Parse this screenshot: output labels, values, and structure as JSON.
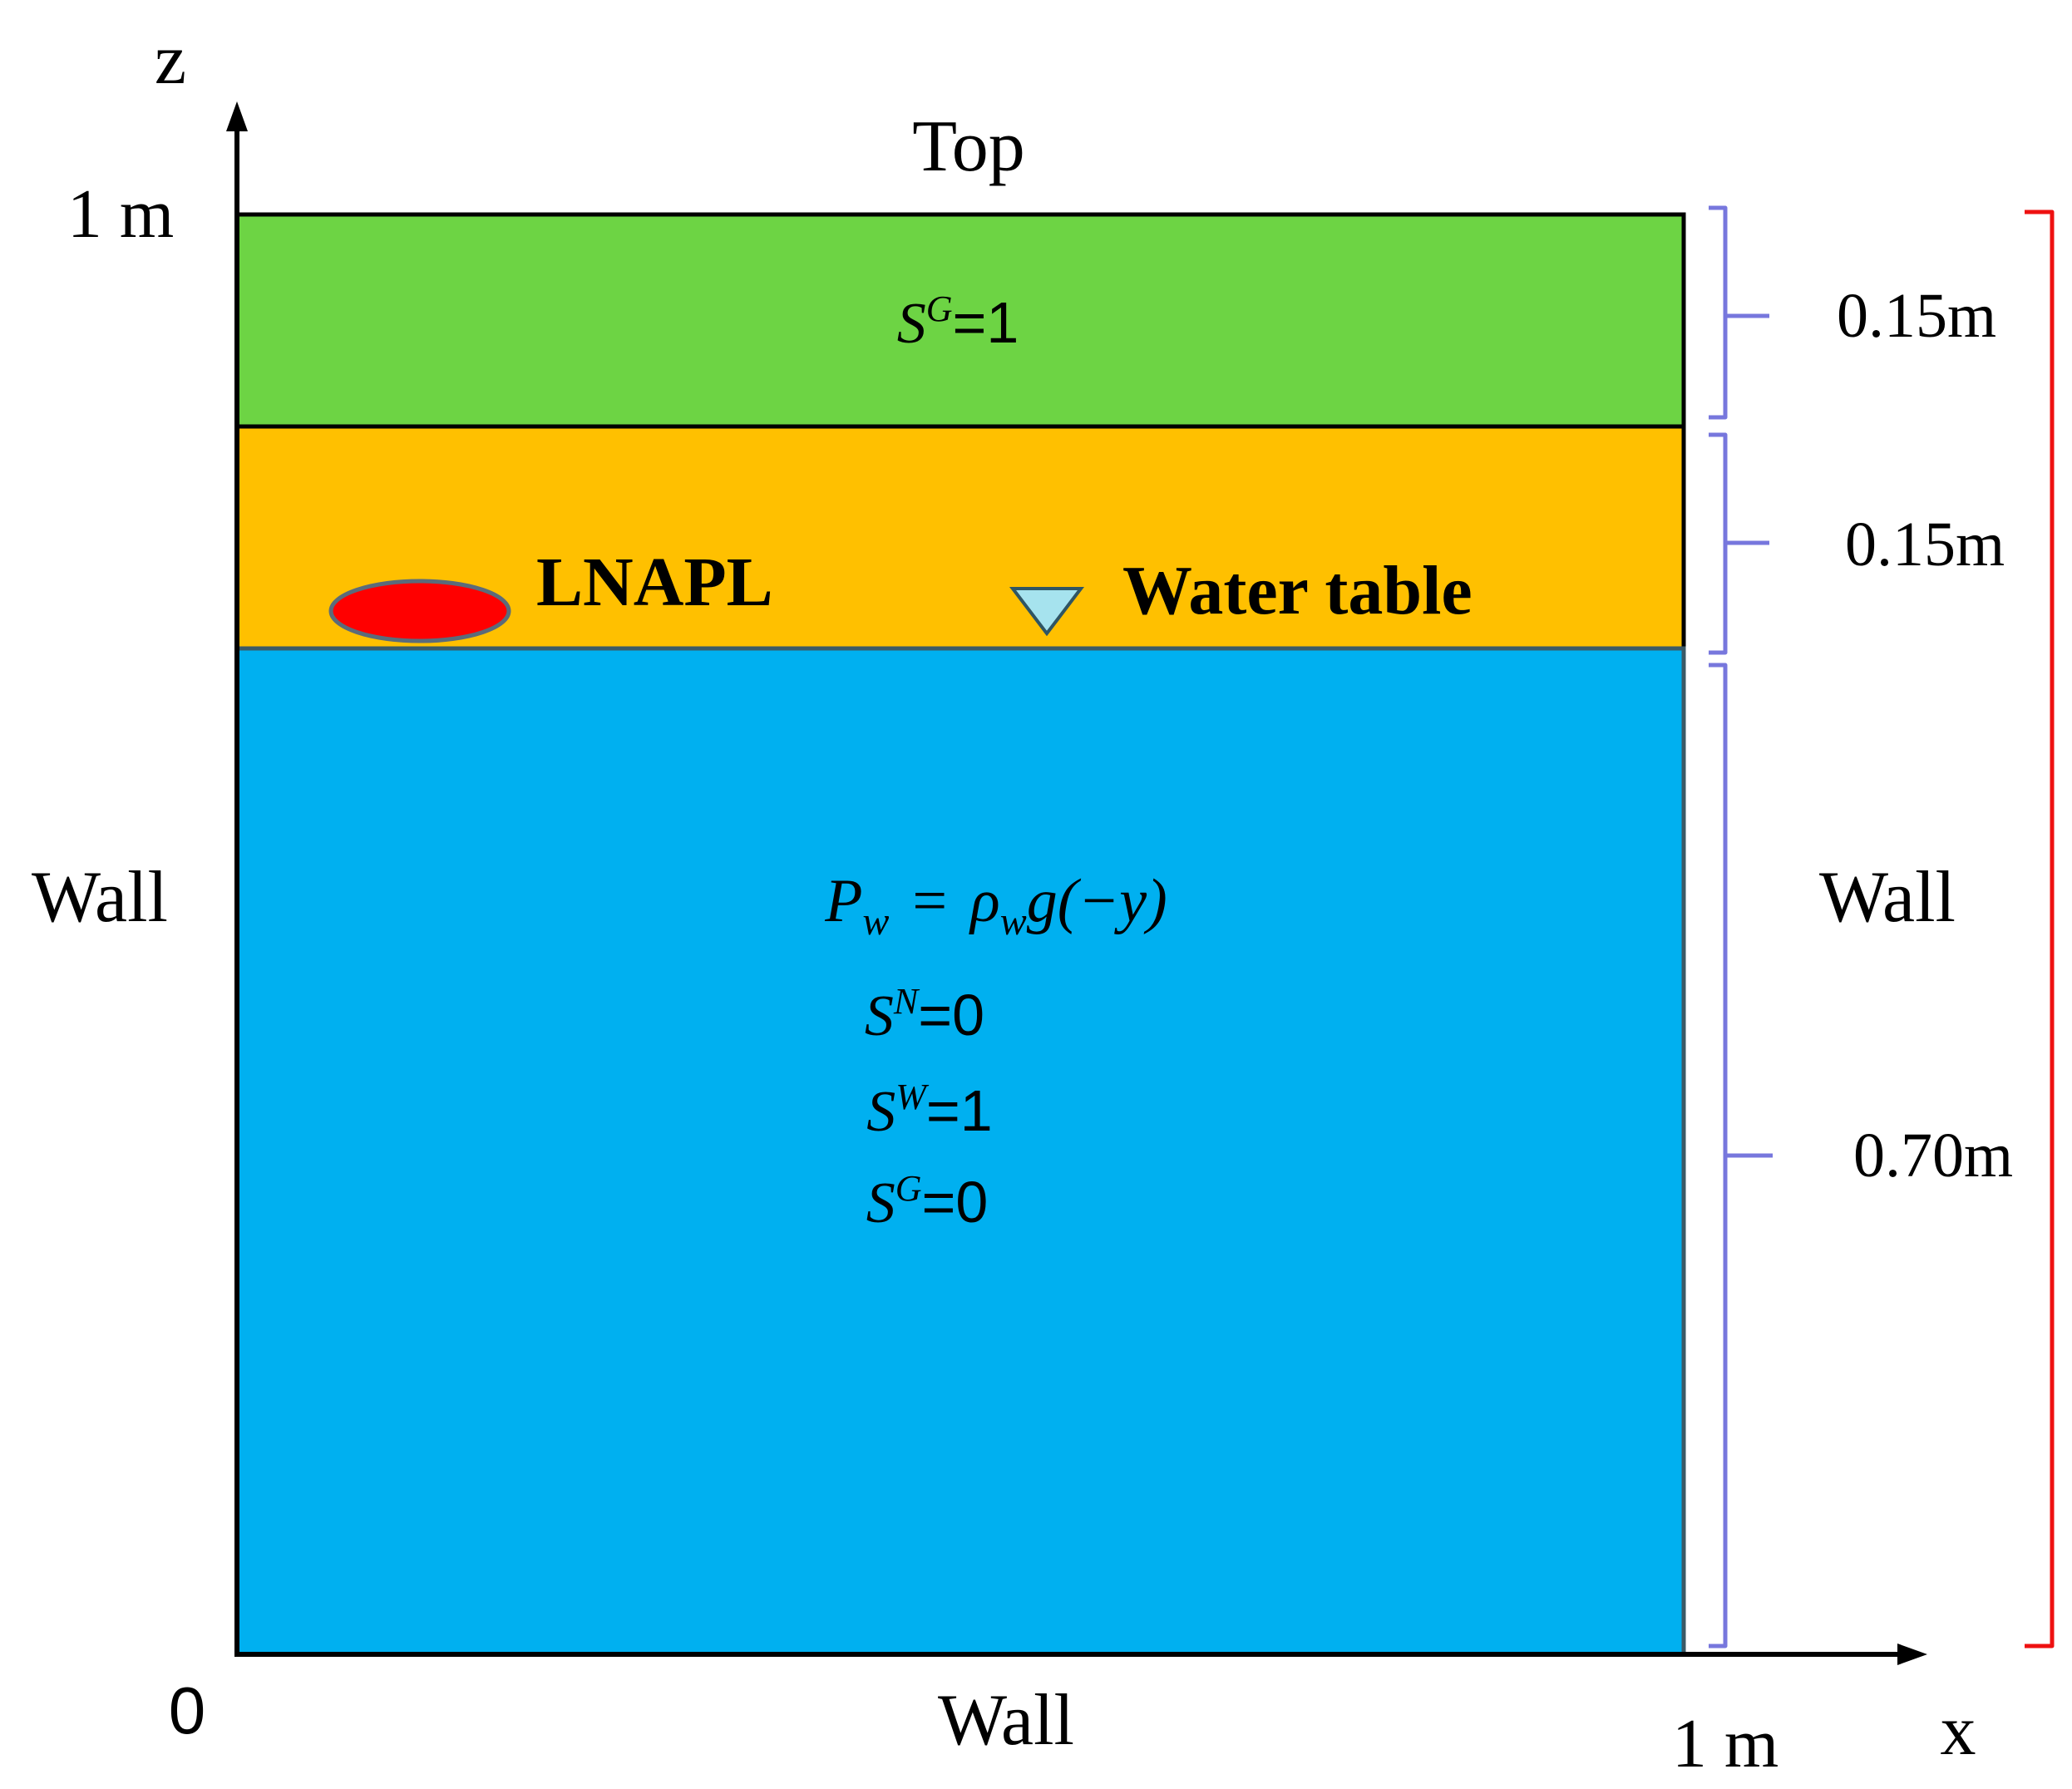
{
  "colors": {
    "gas_zone": "#6DD444",
    "vadose_zone": "#FFC000",
    "water_zone": "#00B0F0",
    "lnapl": "#FF0000",
    "lnapl_outline": "#5B6B7A",
    "water_table_marker": "#A6E3EE",
    "bracket_blue": "#7777DD",
    "bracket_red": "#EE1111",
    "outline": "#000000"
  },
  "axes": {
    "z_label": "z",
    "x_label": "x",
    "z_top_label": "1 m",
    "origin_label": "0",
    "x_right_label": "1 m"
  },
  "boundaries": {
    "top": "Top",
    "left": "Wall",
    "right": "Wall",
    "bottom": "Wall"
  },
  "gas_layer": {
    "eq_symbol": "S",
    "eq_superscript": "G",
    "eq_value": "=1"
  },
  "vadose_layer": {
    "lnapl_label": "LNAPL",
    "water_table_label": "Water table"
  },
  "water_layer": {
    "pressure": {
      "lhs": "P",
      "lhs_sub": "w",
      "eq": "=",
      "rho": "ρ",
      "rho_sub": "w",
      "rhs": "g(−y)"
    },
    "conditions": [
      {
        "symbol": "S",
        "superscript": "N",
        "value": "=0"
      },
      {
        "symbol": "S",
        "superscript": "W",
        "value": "=1"
      },
      {
        "symbol": "S",
        "superscript": "G",
        "value": "=0"
      }
    ]
  },
  "dimensions": {
    "gas": "0.15m",
    "vadose": "0.15m",
    "water": "0.70m"
  }
}
